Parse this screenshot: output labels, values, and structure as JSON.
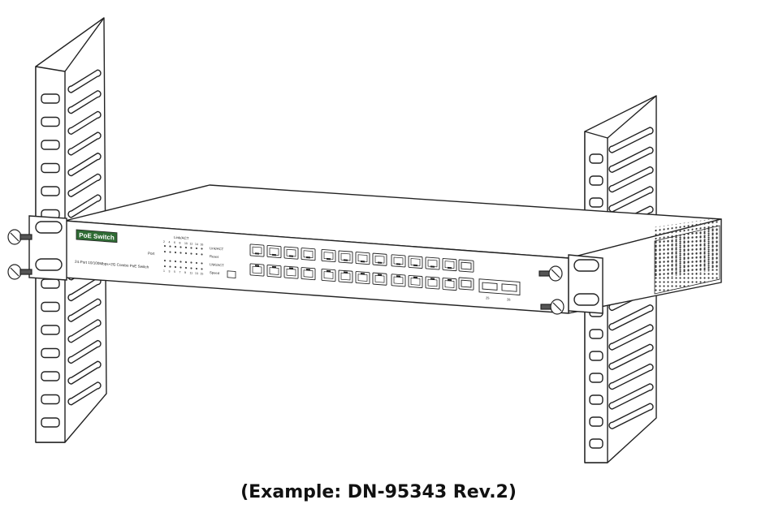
{
  "switch": {
    "brand_label": "PoE Switch",
    "model_label": "24-Port 10/100Mbps+2G Combo PoE Switch",
    "led_header": "Link/ACT",
    "led_labels": [
      "Link/ACT",
      "Reset",
      "LNK/ACT",
      "Speed"
    ],
    "port_label": "Port",
    "row_numbers_top": [
      "2",
      "4",
      "6",
      "8",
      "10",
      "12",
      "14",
      "16"
    ],
    "row_numbers_bottom": [
      "1",
      "3",
      "5",
      "7",
      "9",
      "11",
      "13",
      "15"
    ],
    "uplink_labels": [
      "25",
      "26"
    ]
  },
  "caption": "(Example: DN-95343 Rev.2)",
  "colors": {
    "line": "#222222",
    "fill": "#ffffff",
    "label_green": "#2f6b34"
  }
}
